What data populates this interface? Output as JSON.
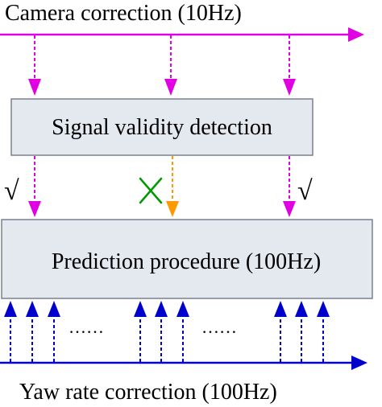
{
  "top_label": "Camera correction (10Hz)",
  "detector_label": "Signal validity detection",
  "predictor_label": "Prediction procedure (100Hz)",
  "bottom_label": "Yaw rate correction (100Hz)",
  "ellipsis": "……",
  "check_mark": "√",
  "validity_marks": [
    "check",
    "cross",
    "check"
  ],
  "colors": {
    "camera_line": "#e100e1",
    "yaw_line": "#0000cc",
    "rejected_arrow": "#ff9900",
    "cross": "#009900",
    "box_fill": "#e4e8ef",
    "box_stroke": "#7a8090"
  }
}
